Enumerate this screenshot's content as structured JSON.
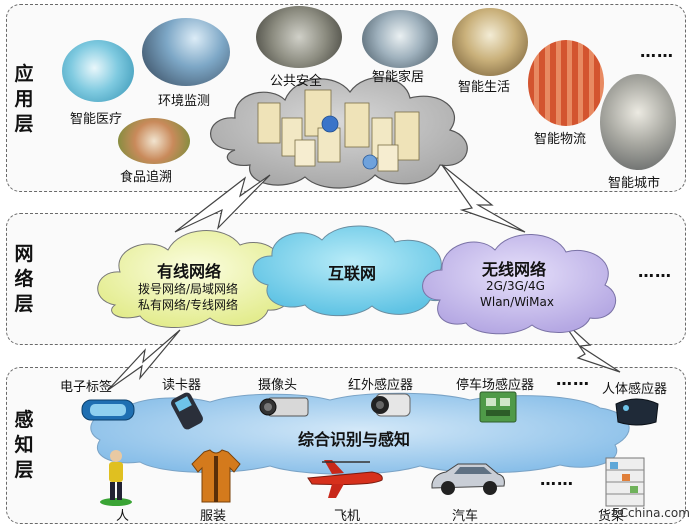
{
  "layers": {
    "application": {
      "title": "应用层",
      "items": [
        "智能医疗",
        "环境监测",
        "公共安全",
        "智能家居",
        "智能生活",
        "智能物流",
        "智能城市",
        "食品追溯"
      ],
      "more": "……"
    },
    "network": {
      "title": "网络层",
      "wired": {
        "title": "有线网络",
        "lines": [
          "拨号网络/局域网络",
          "私有网络/专线网络"
        ]
      },
      "internet": {
        "title": "互联网"
      },
      "wireless": {
        "title": "无线网络",
        "lines": [
          "2G/3G/4G",
          "Wlan/WiMax"
        ]
      },
      "more": "……"
    },
    "perception": {
      "title": "感知层",
      "center": "综合识别与感知",
      "sensors": [
        "电子标签",
        "读卡器",
        "摄像头",
        "红外感应器",
        "停车场感应器",
        "人体感应器"
      ],
      "objects": [
        "人",
        "服装",
        "飞机",
        "汽车",
        "货架"
      ],
      "more_top": "……",
      "more_bottom": "……"
    }
  },
  "watermark": "ECchina.com",
  "colors": {
    "wired_cloud": "#f2f7b0",
    "internet_cloud": "#8fd8ee",
    "wireless_cloud": "#cfc5ee",
    "sense_cloud": "#a8d0ef",
    "app_cloud": "#b9b9b9"
  }
}
